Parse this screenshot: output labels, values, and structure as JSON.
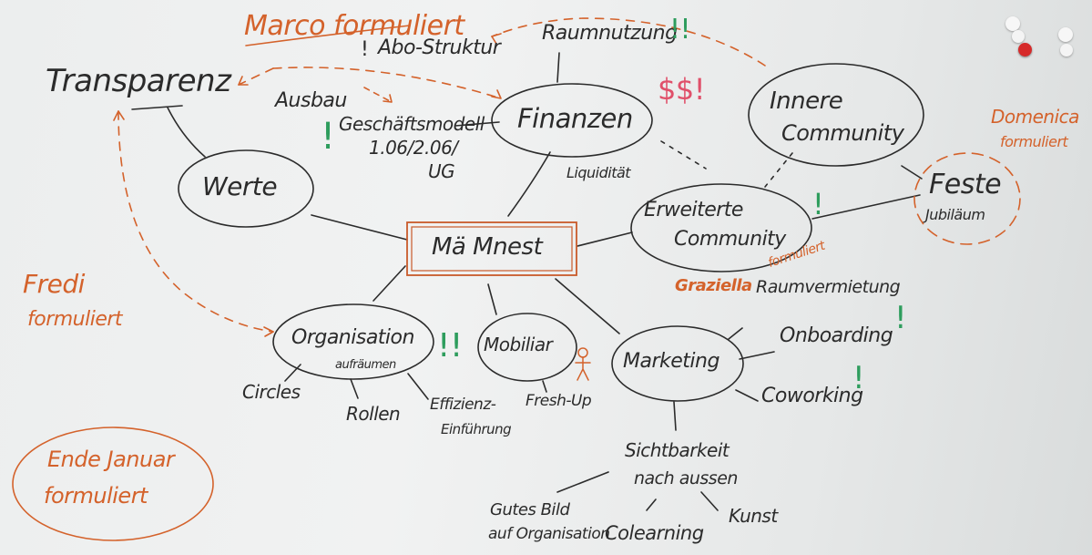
{
  "colors": {
    "ink": "#2b2b2b",
    "orange": "#d4622b",
    "green": "#2e9d5d",
    "pink": "#e0506a",
    "magnet_red": "#d62a2a",
    "magnet_white": "#f7f7f7"
  },
  "center": "Mä Mnest",
  "nodes": {
    "werte": "Werte",
    "finanzen": "Finanzen",
    "innere_1": "Innere",
    "innere_2": "Community",
    "erweiterte_1": "Erweiterte",
    "erweiterte_2": "Community",
    "organisation": "Organisation",
    "organisation_sub": "aufräumen",
    "mobiliar": "Mobiliar",
    "marketing": "Marketing",
    "feste": "Feste",
    "feste_sub": "Jubiläum"
  },
  "labels": {
    "transparenz": "Transparenz",
    "abo": "Abo-Struktur",
    "raumnutzung": "Raumnutzung",
    "ausbau": "Ausbau",
    "geschaeft_1": "Geschäftsmodell",
    "geschaeft_2": "1.06/2.06/",
    "geschaeft_3": "UG",
    "liquiditaet": "Liquidität",
    "raumvermietung": "Raumvermietung",
    "onboarding": "Onboarding",
    "coworking": "Coworking",
    "circles": "Circles",
    "rollen": "Rollen",
    "effi_1": "Effizienz-",
    "effi_2": "Einführung",
    "freshup": "Fresh-Up",
    "sicht_1": "Sichtbarkeit",
    "sicht_2": "nach aussen",
    "gutes_1": "Gutes Bild",
    "gutes_2": "auf Organisation",
    "colearning": "Colearning",
    "kunst": "Kunst"
  },
  "notes": {
    "marco": "Marco formuliert",
    "domenica_1": "Domenica",
    "domenica_2": "formuliert",
    "graziella": "Graziella",
    "graziella_f": "formuliert",
    "fredi_1": "Fredi",
    "fredi_2": "formuliert",
    "ende_1": "Ende Januar",
    "ende_2": "formuliert"
  },
  "marks": {
    "dollars": "$$!",
    "raum_bang": "!!",
    "geschaeft_bang": "!",
    "org_bang": "!!",
    "erw_bang": "!",
    "onboarding_bang": "!",
    "coworking_bang": "!",
    "abo_bang": "!"
  }
}
